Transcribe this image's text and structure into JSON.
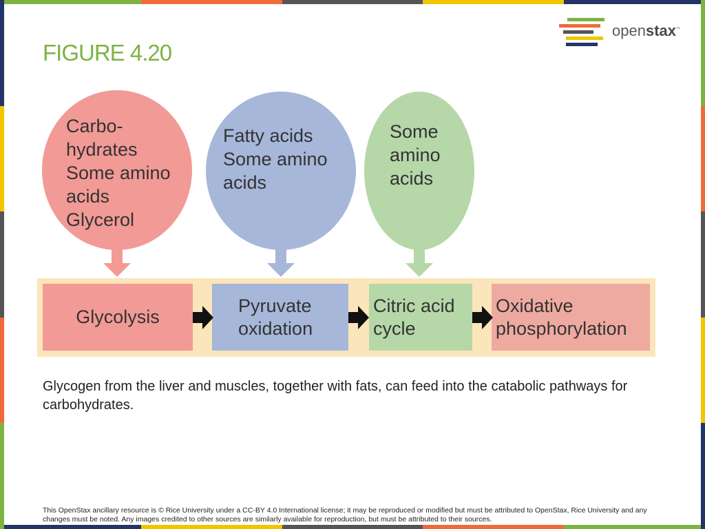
{
  "slide": {
    "title": "FIGURE 4.20",
    "caption": "Glycogen from the liver and muscles, together with fats, can feed into the catabolic pathways for carbohydrates.",
    "footer": "This OpenStax ancillary resource is © Rice University under a CC-BY 4.0 International license; it may be reproduced or modified but must be attributed to OpenStax, Rice University and any changes must be noted. Any images credited to other sources are similarly available for reproduction, but must be attributed to their sources."
  },
  "logo": {
    "text_light": "open",
    "text_bold": "stax",
    "trademark": "™",
    "icon": "openstax-logo-icon"
  },
  "colors": {
    "title_green": "#7db343",
    "pink": "#f29a96",
    "blue": "#a7b7da",
    "green": "#b6d7a8",
    "salmon": "#eeaaa0",
    "strip": "#fbe5ba",
    "border_stripes": [
      "#7db343",
      "#f06a3a",
      "#555555",
      "#f2c500",
      "#233467"
    ]
  },
  "diagram": {
    "inputs": [
      {
        "label": "Carbo-\nhydrates\nSome amino\nacids\nGlycerol",
        "color": "#f29a96"
      },
      {
        "label": "Fatty acids\nSome amino\nacids",
        "color": "#a7b7da"
      },
      {
        "label": "Some\namino\nacids",
        "color": "#b6d7a8"
      }
    ],
    "stages": [
      {
        "label": "Glycolysis",
        "color": "#f29a96"
      },
      {
        "label": "Pyruvate\noxidation",
        "color": "#a7b7da"
      },
      {
        "label": "Citric acid\ncycle",
        "color": "#b6d7a8"
      },
      {
        "label": "Oxidative\nphosphorylation",
        "color": "#eeaaa0"
      }
    ]
  }
}
